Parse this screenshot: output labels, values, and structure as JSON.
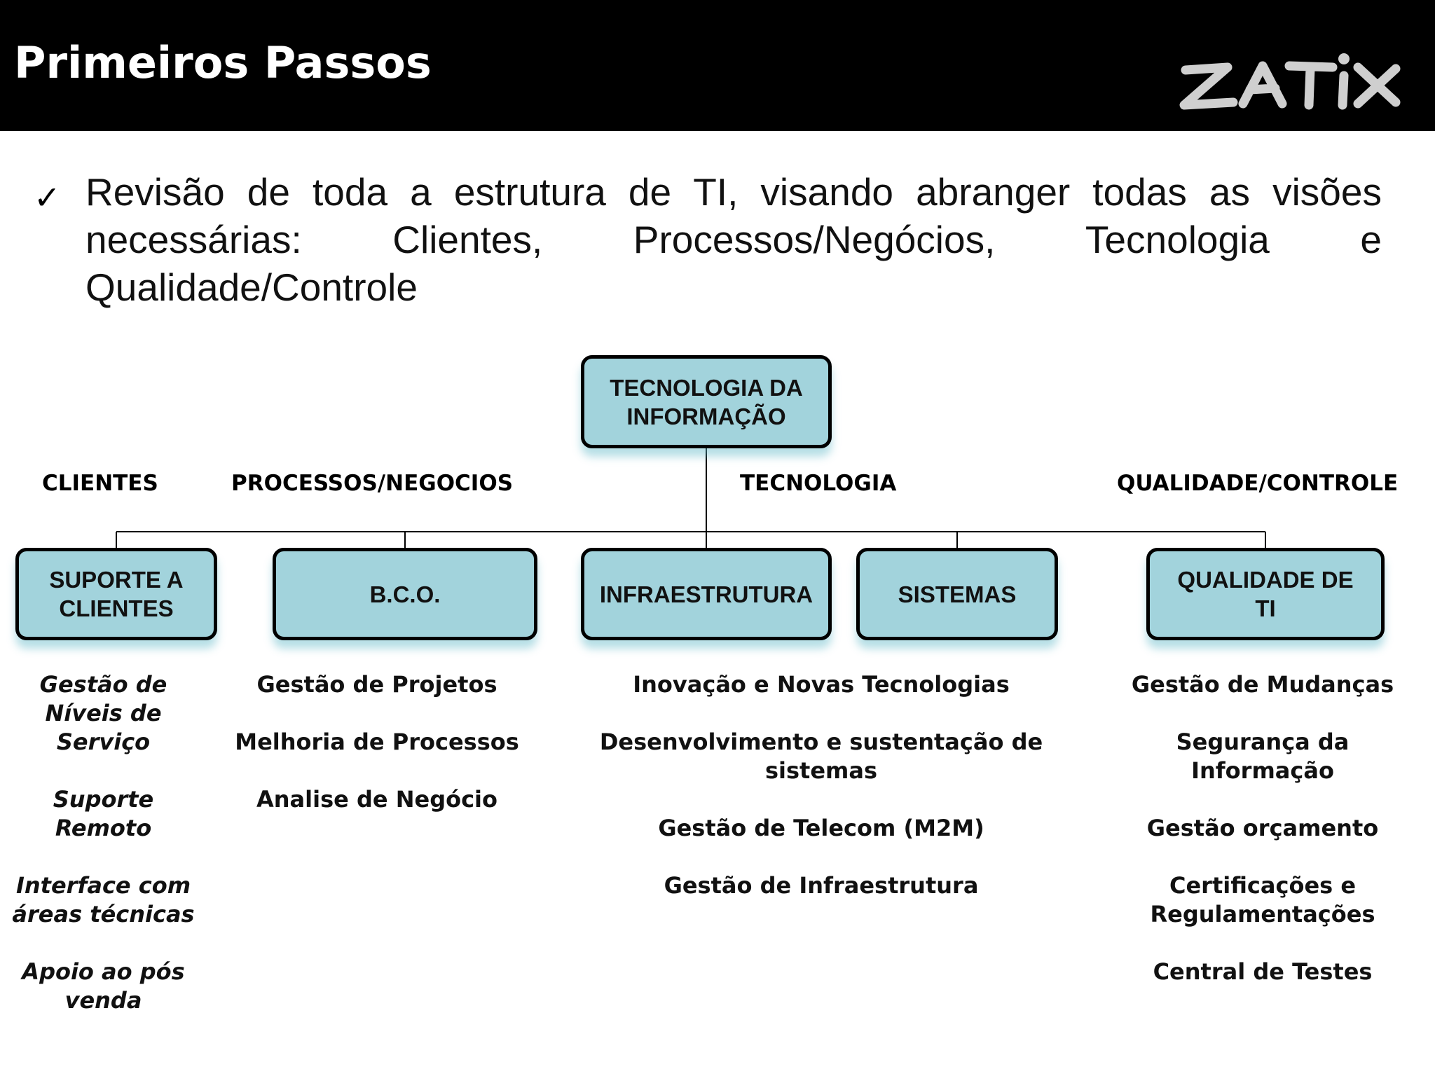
{
  "header": {
    "title": "Primeiros Passos",
    "logo_text": "ZATIX"
  },
  "intro": {
    "bullet_icon": "checkmark",
    "text": "Revisão de toda a estrutura de TI, visando abranger todas as visões necessárias: Clientes, Processos/Negócios, Tecnologia e Qualidade/Controle"
  },
  "diagram": {
    "root": "TECNOLOGIA DA INFORMAÇÃO",
    "categories": {
      "clientes": "CLIENTES",
      "processos": "PROCESSOS/NEGOCIOS",
      "tecnologia": "TECNOLOGIA",
      "qualidade": "QUALIDADE/CONTROLE"
    },
    "boxes": {
      "suporte": "SUPORTE A CLIENTES",
      "bco": "B.C.O.",
      "infra": "INFRAESTRUTURA",
      "sistemas": "SISTEMAS",
      "qualidade": "QUALIDADE DE TI"
    },
    "lists": {
      "clientes": [
        "Gestão de Níveis de Serviço",
        "Suporte Remoto",
        "Interface com áreas técnicas",
        "Apoio ao pós venda"
      ],
      "processos": [
        "Gestão de Projetos",
        "Melhoria de Processos",
        "Analise de Negócio"
      ],
      "tecnologia": [
        "Inovação e Novas Tecnologias",
        "Desenvolvimento e sustentação de sistemas",
        "Gestão de Telecom (M2M)",
        "Gestão de Infraestrutura"
      ],
      "qualidade": [
        "Gestão de Mudanças",
        "Segurança da Informação",
        "Gestão orçamento",
        "Certificações e Regulamentações",
        "Central de Testes"
      ]
    }
  },
  "colors": {
    "header_bg": "#000000",
    "box_fill": "#a2d3dc",
    "box_border": "#000000"
  }
}
